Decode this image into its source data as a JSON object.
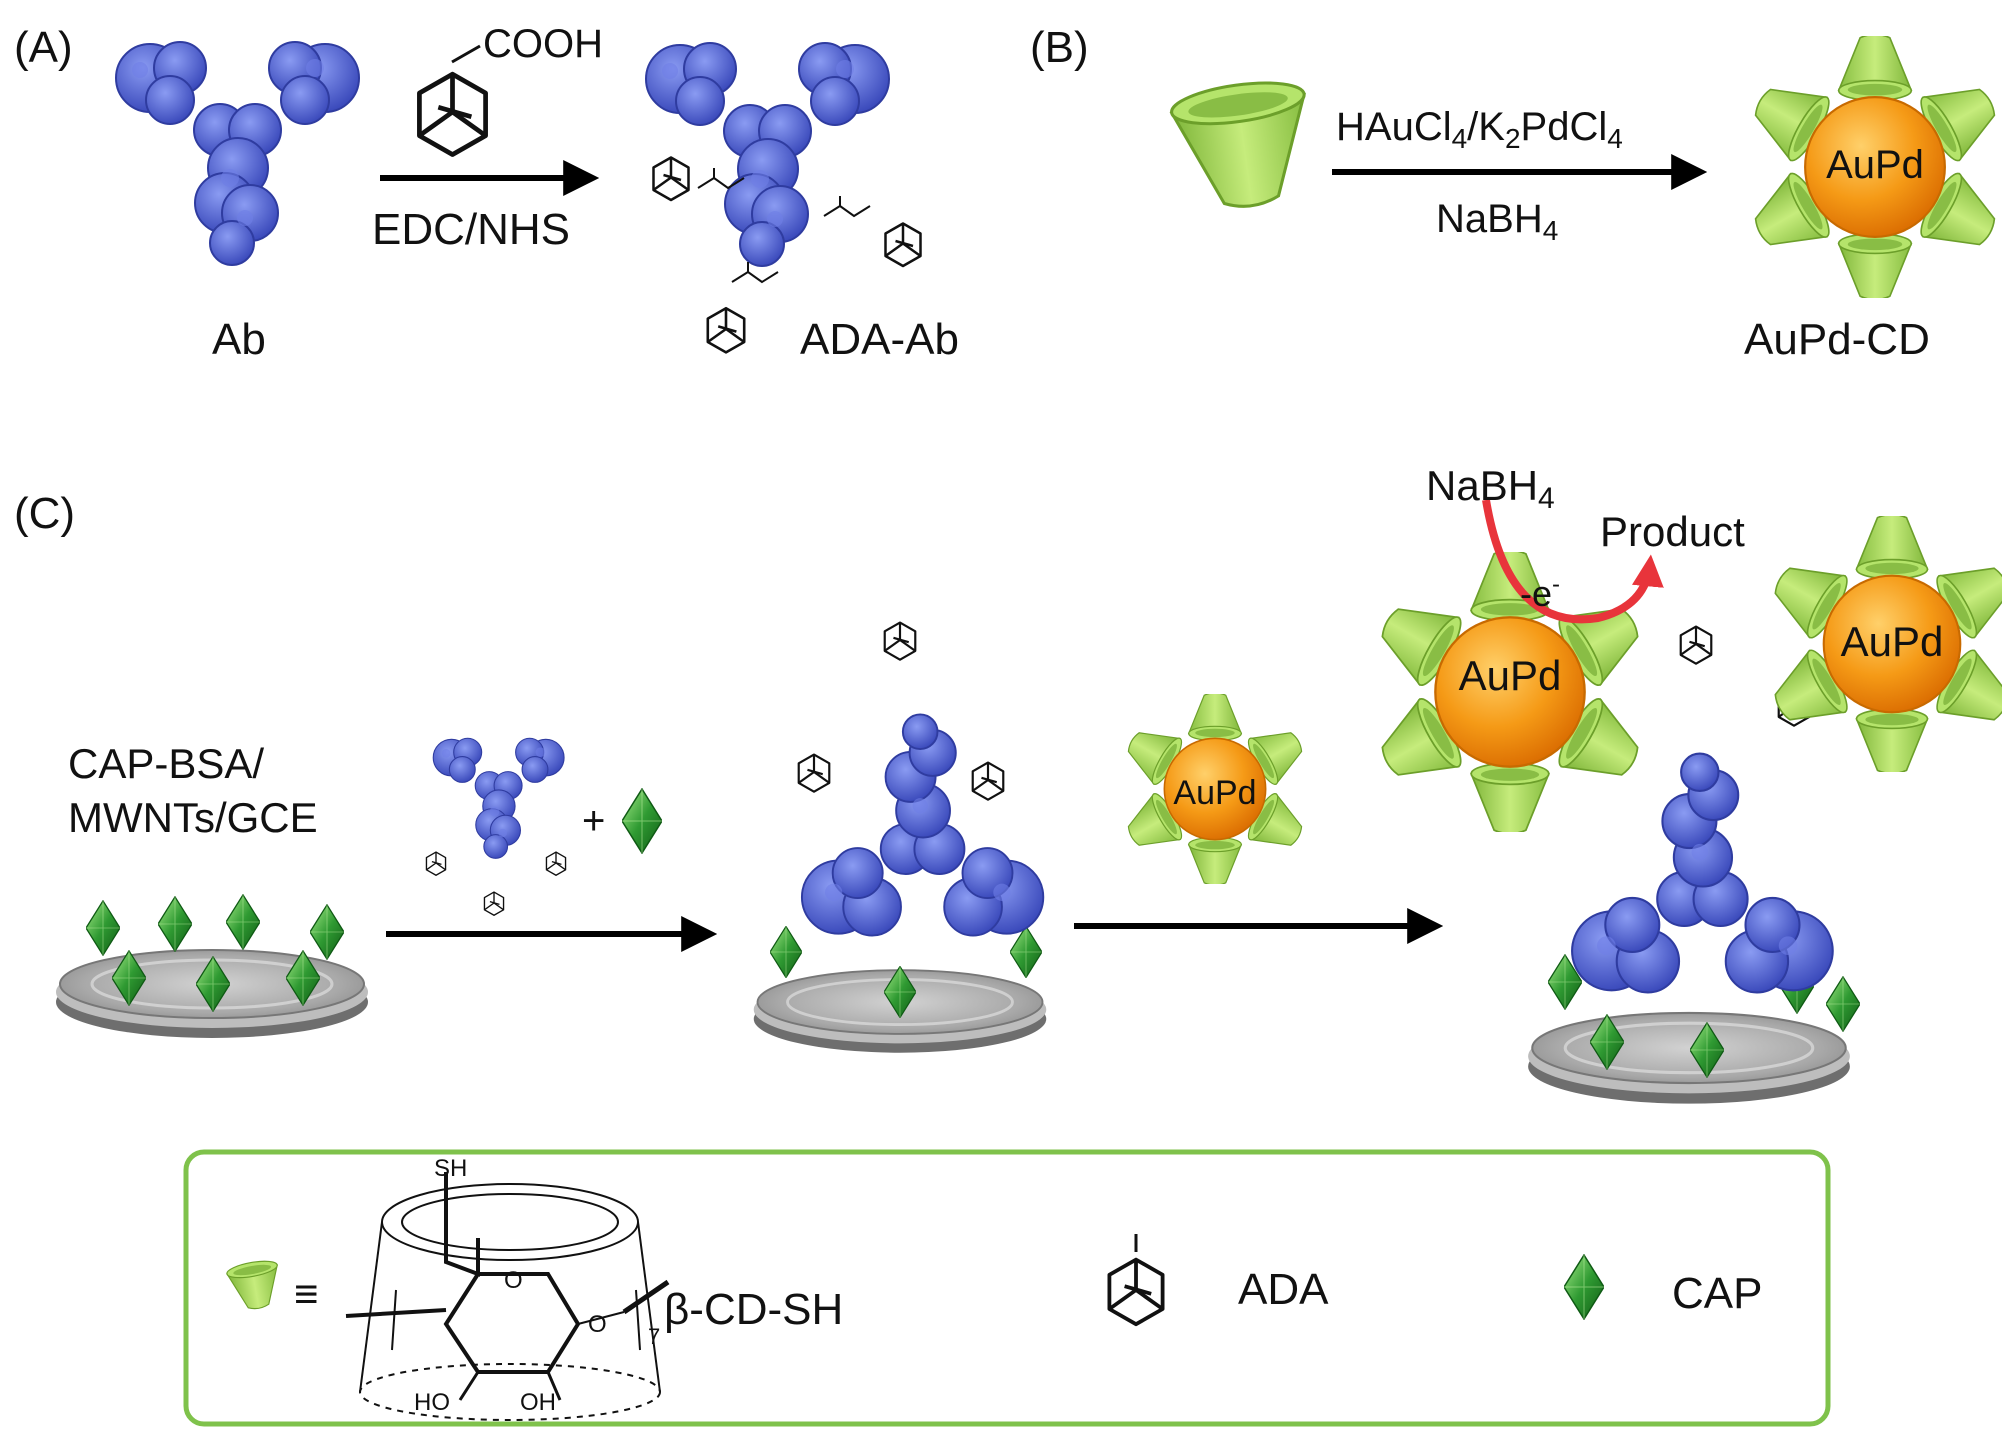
{
  "panels": {
    "a": {
      "label": "(A)",
      "reagent_top": "COOH",
      "reagent_bottom": "EDC/NHS",
      "start_label": "Ab",
      "end_label": "ADA-Ab"
    },
    "b": {
      "label": "(B)",
      "reagent_top_parts": [
        "HAuCl",
        "4",
        "/K",
        "2",
        "PdCl",
        "4"
      ],
      "reagent_bottom_parts": [
        "NaBH",
        "4"
      ],
      "particle_label": "AuPd",
      "end_label": "AuPd-CD"
    },
    "c": {
      "label": "(C)",
      "electrode_line1": "CAP-BSA/",
      "electrode_line2": "MWNTs/GCE",
      "plus": "+",
      "particle_label": "AuPd",
      "reductant_parts": [
        "NaBH",
        "4"
      ],
      "product": "Product",
      "electron_parts": [
        "-e",
        "-"
      ]
    }
  },
  "legend": {
    "equiv_symbol": "≡",
    "sh_label": "SH",
    "o_label": "O",
    "o_label_2": "O",
    "subscript_7": "7",
    "ho_label": "HO",
    "oh_label": "OH",
    "cd_name": "β-CD-SH",
    "ada_name": "ADA",
    "cap_name": "CAP"
  },
  "colors": {
    "antibody": "#4f5fd0",
    "cyclodextrin": "#9ccf46",
    "particle": "#f59a16",
    "cap": "#2f9a32",
    "arrow": "#000000",
    "redox_arrow": "#e8343b",
    "legend_border": "#7fc24b"
  }
}
